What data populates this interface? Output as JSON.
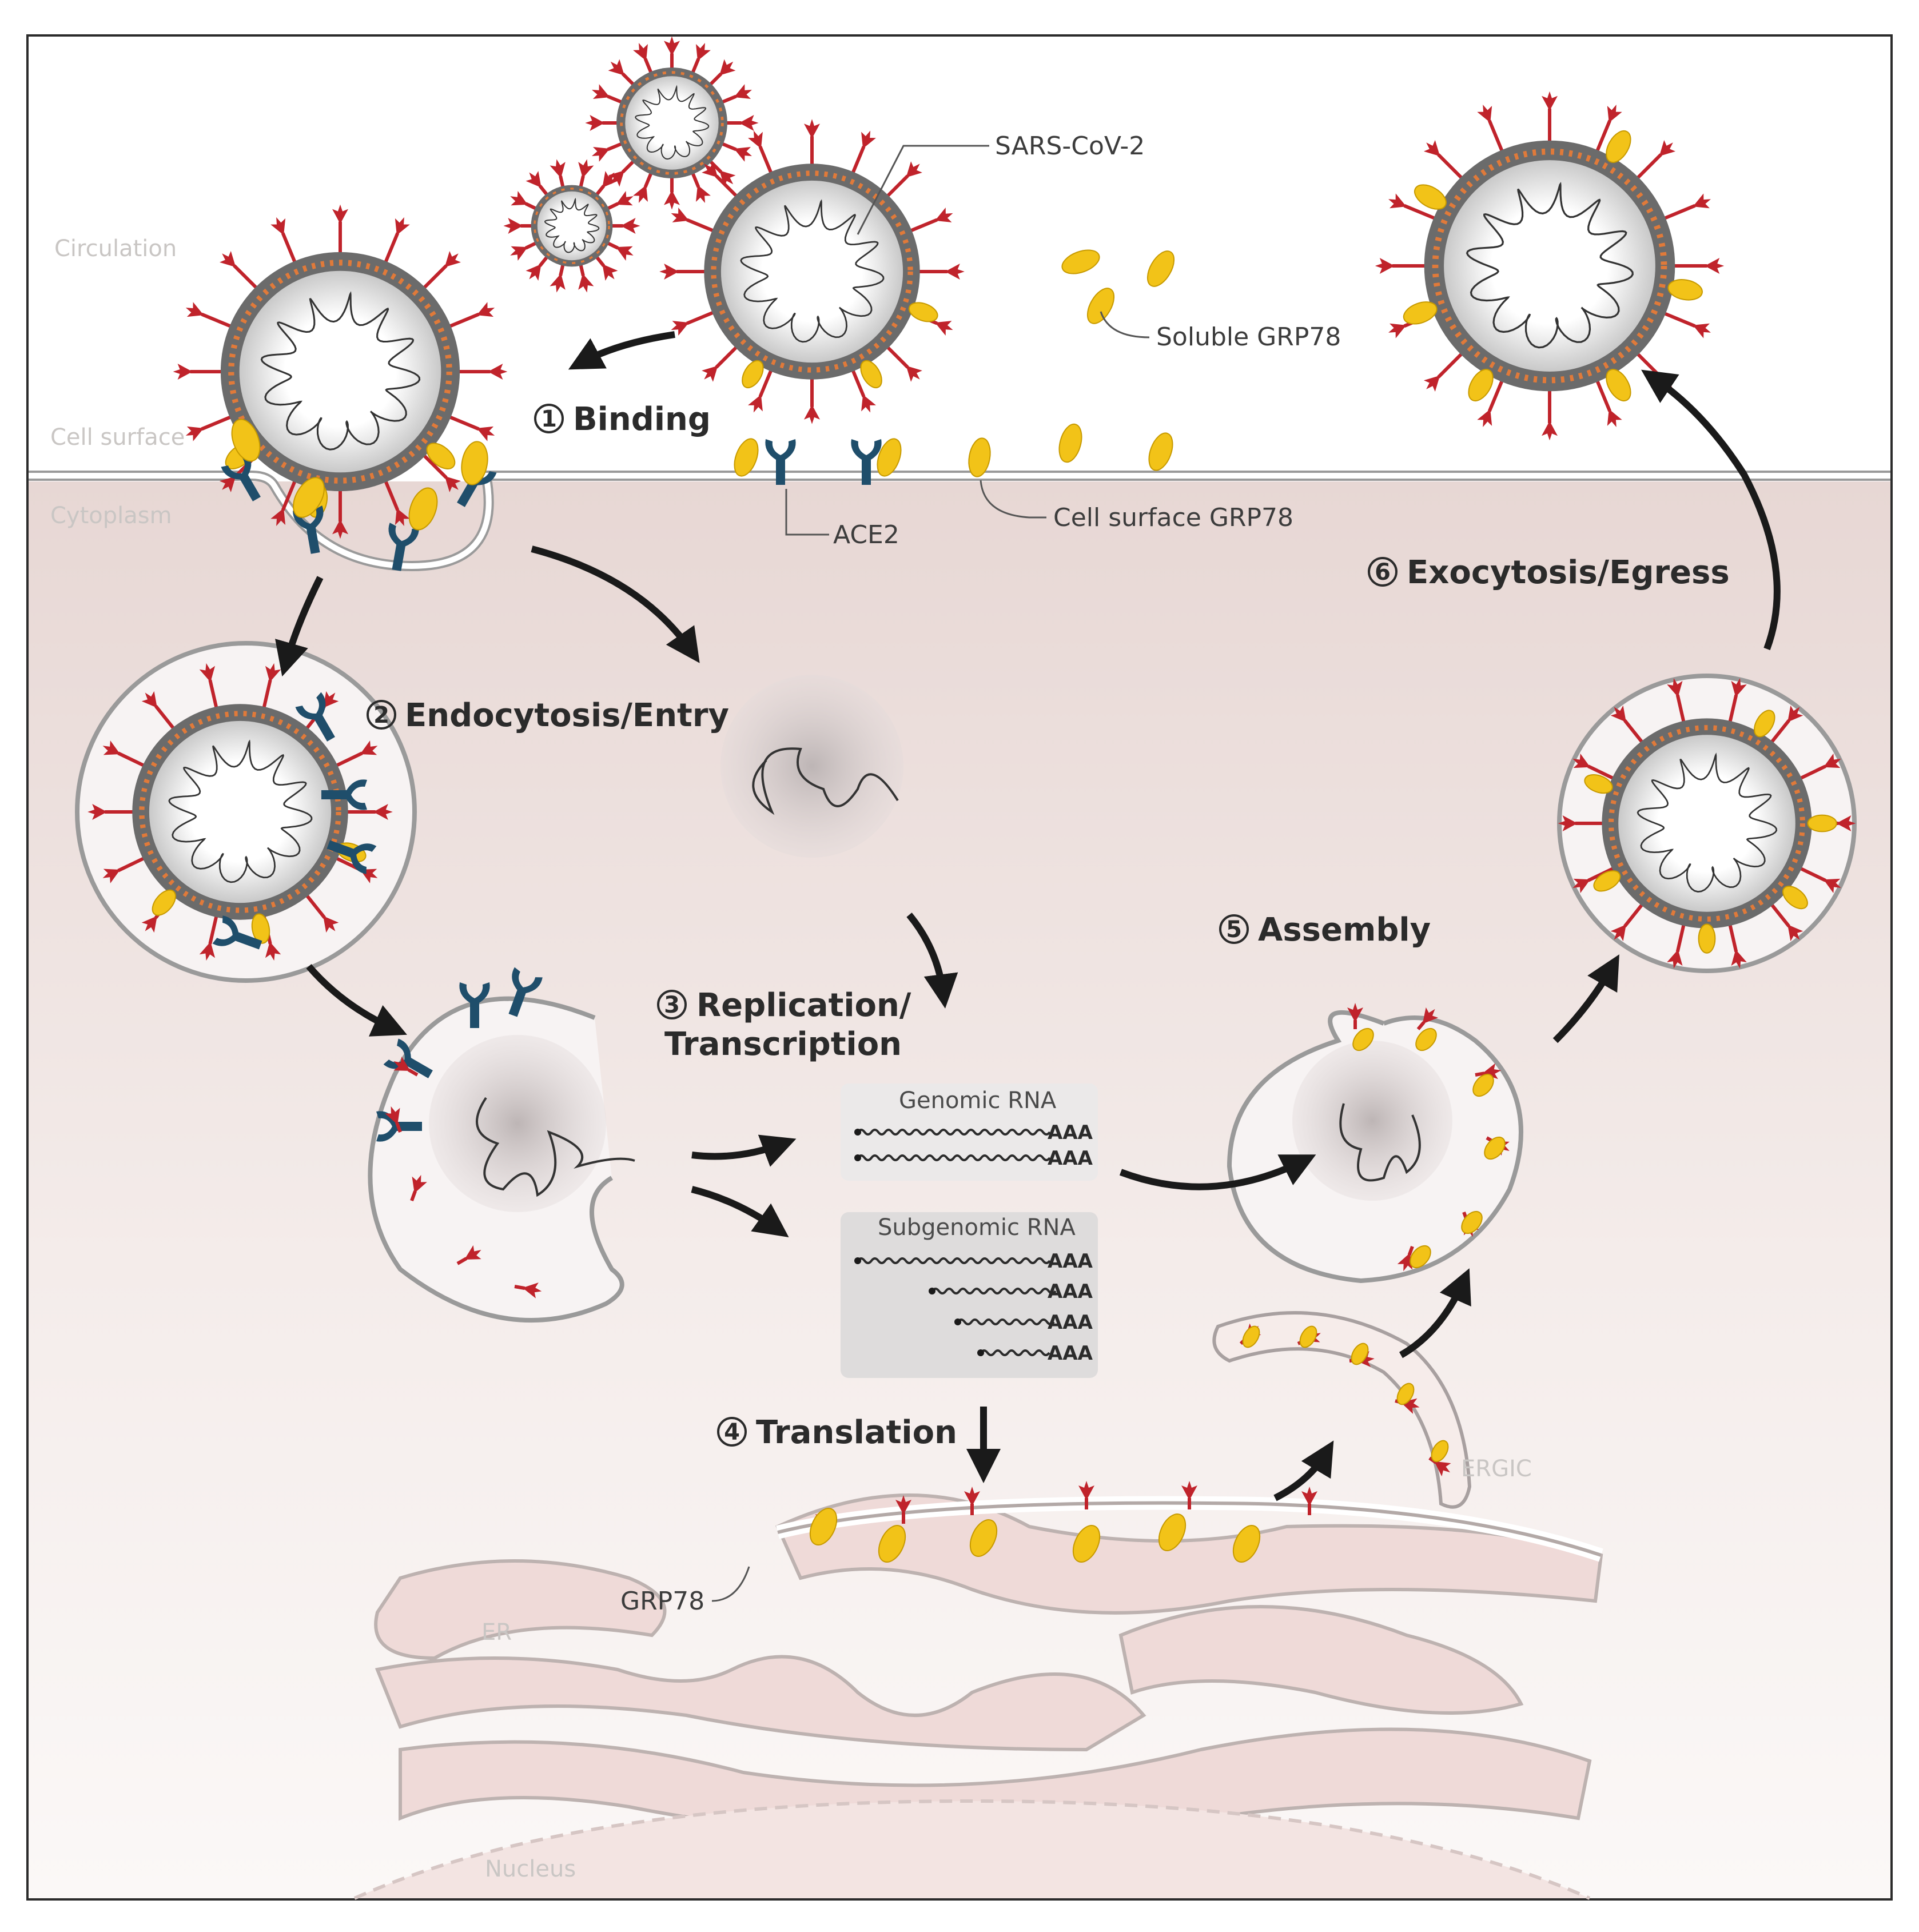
{
  "regions": {
    "circulation": "Circulation",
    "cell_surface": "Cell surface",
    "cytoplasm": "Cytoplasm",
    "er": "ER",
    "nucleus": "Nucleus",
    "ergic": "ERGIC"
  },
  "callouts": {
    "virus": "SARS-CoV-2",
    "soluble_grp78": "Soluble GRP78",
    "ace2": "ACE2",
    "cell_surface_grp78": "Cell surface GRP78",
    "grp78": "GRP78"
  },
  "steps": [
    {
      "number": "1",
      "label": "Binding"
    },
    {
      "number": "2",
      "label": "Endocytosis/Entry"
    },
    {
      "number": "3",
      "label": "Replication/",
      "label2": "Transcription"
    },
    {
      "number": "4",
      "label": "Translation"
    },
    {
      "number": "5",
      "label": "Assembly"
    },
    {
      "number": "6",
      "label": "Exocytosis/Egress"
    }
  ],
  "rna": {
    "genomic_title": "Genomic RNA",
    "subgenomic_title": "Subgenomic RNA",
    "polya": "AAA"
  },
  "colors": {
    "spike": "#c0232b",
    "grp78": "#f2c318",
    "ace2": "#1f4e6b",
    "cytoplasm": "#eadcda",
    "membrane": "#8a8a8a"
  }
}
